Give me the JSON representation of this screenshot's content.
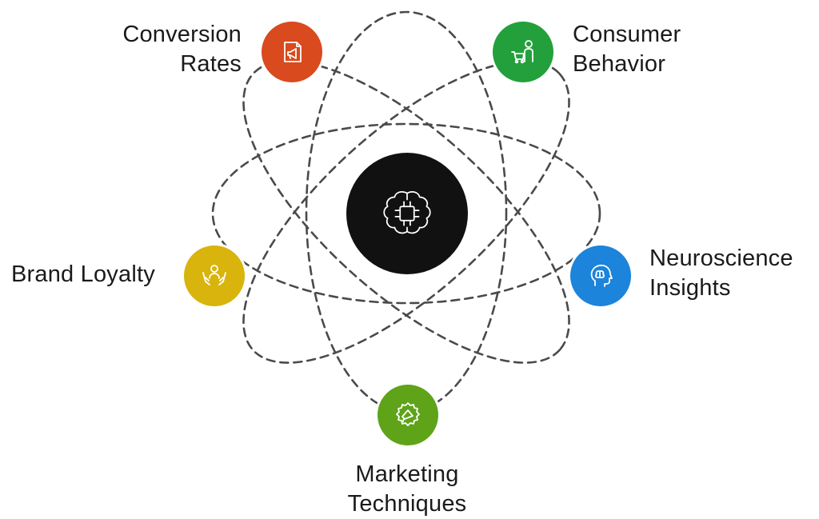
{
  "colors": {
    "conversion_rates": "#D94A1E",
    "consumer_behavior": "#23A03C",
    "brand_loyalty": "#D8B40C",
    "neuroscience_insights": "#1C84DA",
    "marketing_techniques": "#5FA318",
    "hub": "#111111",
    "orbit_lines": "#4A4A4A"
  },
  "hub": {
    "icon": "brain-chip-icon"
  },
  "nodes": {
    "conversion_rates": {
      "label_line1": "Conversion",
      "label_line2": "Rates",
      "icon": "megaphone-document-icon"
    },
    "consumer_behavior": {
      "label_line1": "Consumer",
      "label_line2": "Behavior",
      "icon": "shopper-cart-icon"
    },
    "brand_loyalty": {
      "label": "Brand Loyalty",
      "icon": "hands-heart-person-icon"
    },
    "neuroscience_insights": {
      "label_line1": "Neuroscience",
      "label_line2": "Insights",
      "icon": "head-brain-icon"
    },
    "marketing_techniques": {
      "label_line1": "Marketing",
      "label_line2": "Techniques",
      "icon": "megaphone-badge-icon"
    }
  }
}
